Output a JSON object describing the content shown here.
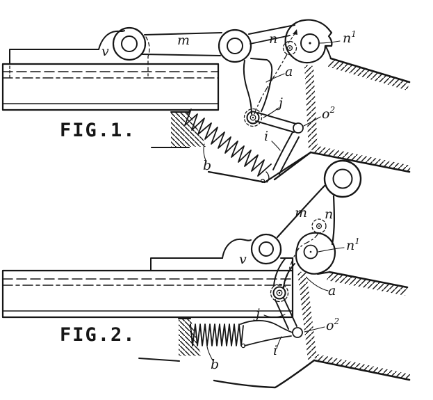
{
  "drawing": {
    "background_color": "#ffffff",
    "ink_color": "#161616",
    "fig1": {
      "caption": "FIG.1.",
      "labels": {
        "v": "v",
        "m": "m",
        "n": "n",
        "n1": {
          "base": "n",
          "sup": "1"
        },
        "a": "a",
        "j": "j",
        "o2": {
          "base": "o",
          "sup": "2"
        },
        "i": "i",
        "b": "b"
      }
    },
    "fig2": {
      "caption": "FIG.2.",
      "labels": {
        "v": "v",
        "m": "m",
        "n": "n",
        "n1": {
          "base": "n",
          "sup": "1"
        },
        "a": "a",
        "j": "j",
        "o2": {
          "base": "o",
          "sup": "2"
        },
        "i": "i",
        "b": "b"
      }
    }
  }
}
